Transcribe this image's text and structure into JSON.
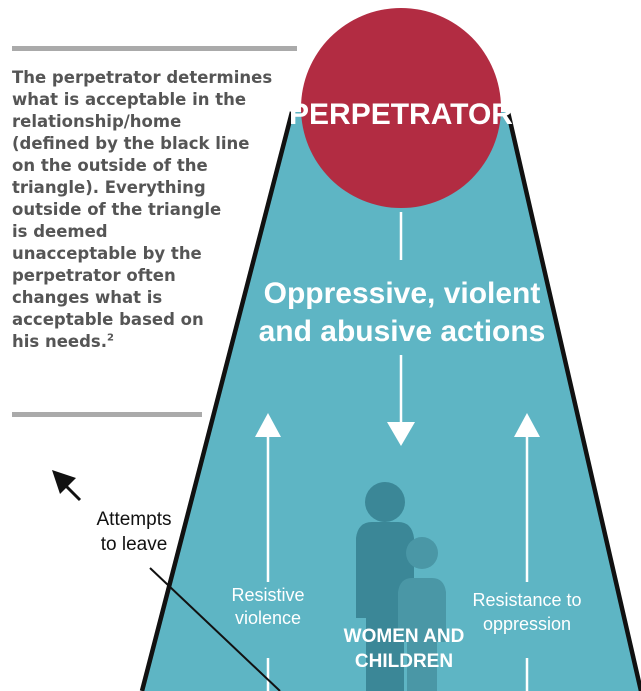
{
  "description_text": {
    "body": "The perpetrator determines\nwhat is acceptable in the\nrelationship/home\n(defined by the black line\non the outside of the\ntriangle). Everything\noutside of the triangle\nis deemed\nunacceptable by the\nperpetrator often\nchanges what is\nacceptable based on\nhis needs.",
    "footnote_marker": "2"
  },
  "diagram": {
    "perpetrator_label": "PERPETRATOR",
    "actions_line1": "Oppressive, violent",
    "actions_line2": "and abusive actions",
    "resistive_line1": "Resistive",
    "resistive_line2": "violence",
    "resistance_line1": "Resistance to",
    "resistance_line2": "oppression",
    "center_line1": "WOMEN AND",
    "center_line2": "CHILDREN",
    "leave_line1": "Attempts",
    "leave_line2": "to leave",
    "colors": {
      "circle": "#b22c42",
      "triangle": "#5eb5c4",
      "figure": "#3b8797",
      "figure_child": "#4a97a6",
      "text_gray": "#555555",
      "rule_gray": "#aaaaaa",
      "white": "#ffffff",
      "black": "#111111"
    },
    "icons": [
      "arrow-down-icon",
      "arrow-up-icon",
      "arrow-up-icon",
      "arrow-up-left-icon",
      "woman-figure-icon",
      "child-figure-icon"
    ]
  }
}
